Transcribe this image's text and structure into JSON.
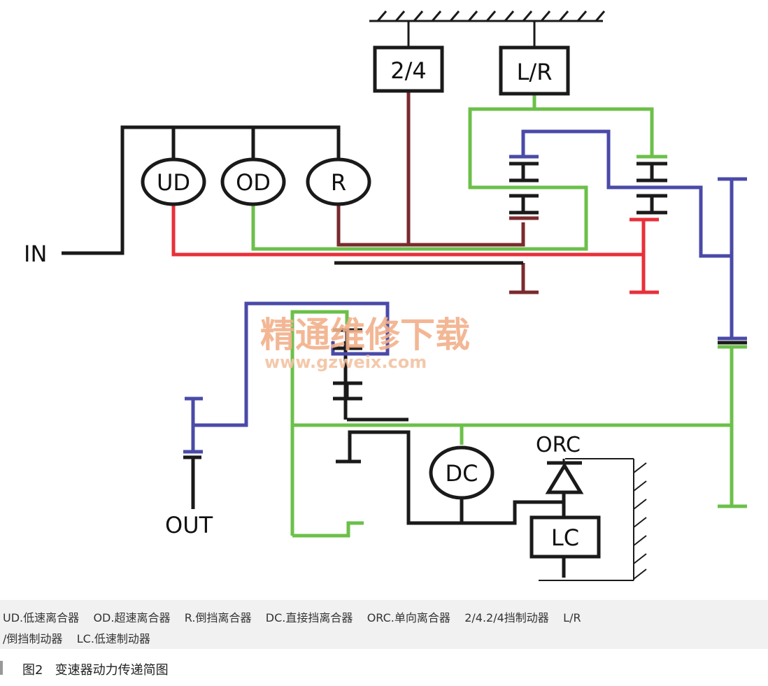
{
  "labels": {
    "input": "IN",
    "output": "OUT",
    "brake_24": "2/4",
    "brake_lr": "L/R",
    "clutch_ud": "UD",
    "clutch_od": "OD",
    "clutch_r": "R",
    "clutch_dc": "DC",
    "oneway_orc": "ORC",
    "brake_lc": "LC"
  },
  "watermark": {
    "title": "精通维修下载",
    "url": "www.gzweix.com"
  },
  "legend": {
    "line1": "UD.低速离合器    OD.超速离合器    R.倒挡离合器    DC.直接挡离合器    ORC.单向离合器    2/4.2/4挡制动器    L/R",
    "line2": "/倒挡制动器    LC.低速制动器"
  },
  "caption": "图2   变速器动力传递简图",
  "colors": {
    "black": "#1a1a1a",
    "red": "#e8303a",
    "green": "#6cc04a",
    "blue": "#4a4aa8",
    "maroon": "#7a2a2e"
  }
}
